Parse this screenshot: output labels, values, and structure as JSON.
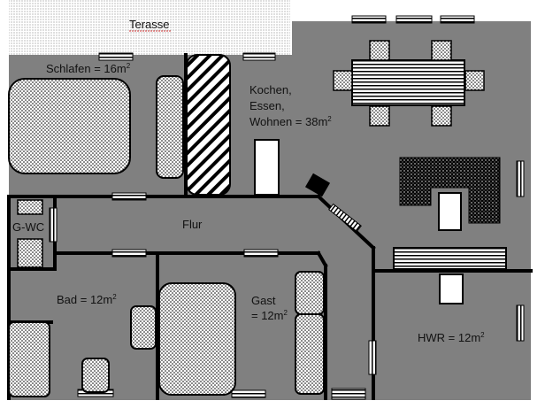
{
  "labels": {
    "terrace": "Terasse",
    "bedroom_name": "Schlafen = 16m",
    "bedroom_sup": "2",
    "kitchen_line1": "Kochen,",
    "kitchen_line2": "Essen,",
    "kitchen_line3_name": "Wohnen = 38m",
    "kitchen_sup": "2",
    "hall": "Flur",
    "guest_wc": "G-WC",
    "bath_name": "Bad = 12m",
    "bath_sup": "2",
    "guest_line1": "Gast",
    "guest_line2_name": "= 12m",
    "guest_sup": "2",
    "utility_name": "HWR = 12m",
    "utility_sup": "2"
  },
  "colors": {
    "floor": "#808080",
    "wall": "#000000",
    "terrace_bg": "#ffffff",
    "furniture": "#ffffff",
    "terrace_underline": "#cc3333"
  }
}
